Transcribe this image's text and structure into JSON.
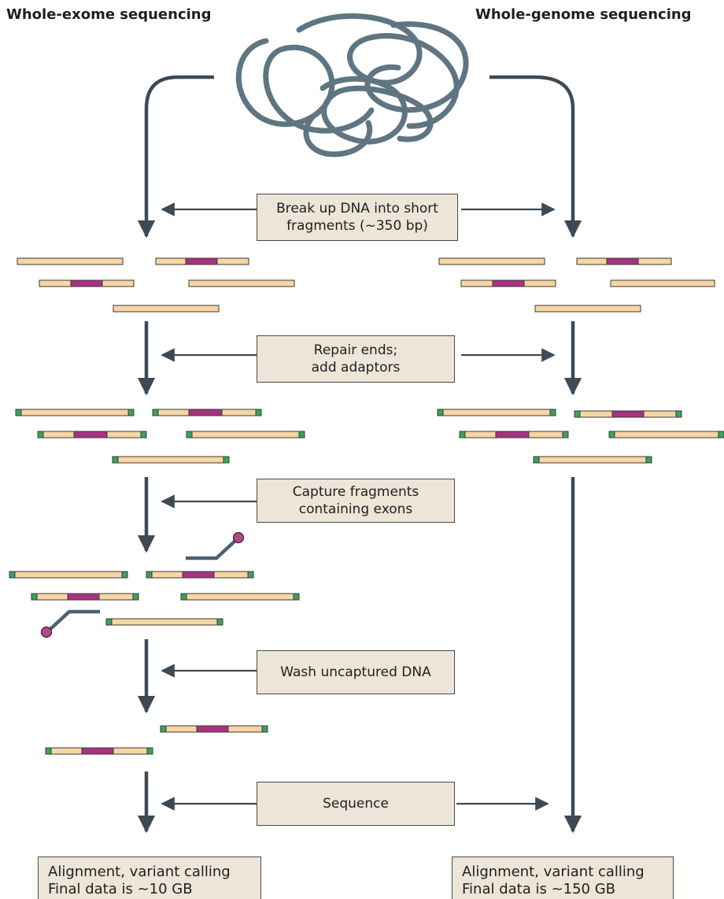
{
  "headings": {
    "left": "Whole-exome sequencing",
    "right": "Whole-genome sequencing"
  },
  "steps": {
    "break_up": [
      "Break up DNA into short",
      "fragments (~350 bp)"
    ],
    "repair": [
      "Repair ends;",
      "add adaptors"
    ],
    "capture": [
      "Capture fragments",
      "containing exons"
    ],
    "wash": [
      "Wash uncaptured DNA"
    ],
    "sequence": [
      "Sequence"
    ]
  },
  "results": {
    "exome": [
      "Alignment, variant calling",
      "Final data is ~10 GB"
    ],
    "genome": [
      "Alignment, variant calling",
      "Final data is ~150 GB"
    ]
  },
  "colors": {
    "arrow": "#3d4a55",
    "dna_strand": "#5f7582",
    "fragment_fill": "#f7d6a3",
    "exon": "#a8327f",
    "adaptor": "#3aa260",
    "probe": "#4e6170",
    "probe_bead": "#b2468f",
    "box_fill": "#ece5d8"
  }
}
